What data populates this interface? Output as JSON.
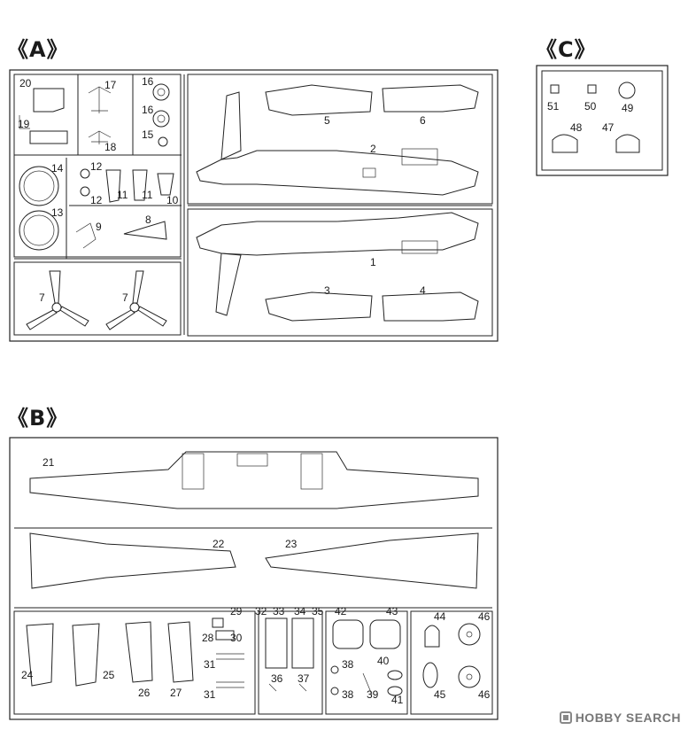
{
  "trees": {
    "A": {
      "title": "《A》"
    },
    "B": {
      "title": "《B》"
    },
    "C": {
      "title": "《C》"
    }
  },
  "parts": {
    "p1": "1",
    "p2": "2",
    "p3": "3",
    "p4": "4",
    "p5": "5",
    "p6": "6",
    "p7a": "7",
    "p7b": "7",
    "p8": "8",
    "p9": "9",
    "p10": "10",
    "p11a": "11",
    "p11b": "11",
    "p12a": "12",
    "p12b": "12",
    "p13": "13",
    "p14": "14",
    "p15": "15",
    "p16a": "16",
    "p16b": "16",
    "p17": "17",
    "p18": "18",
    "p19": "19",
    "p20": "20",
    "p21": "21",
    "p22": "22",
    "p23": "23",
    "p24": "24",
    "p25": "25",
    "p26": "26",
    "p27": "27",
    "p28": "28",
    "p29": "29",
    "p30": "30",
    "p31a": "31",
    "p31b": "31",
    "p32": "32",
    "p33": "33",
    "p34": "34",
    "p35": "35",
    "p36": "36",
    "p37": "37",
    "p38a": "38",
    "p38b": "38",
    "p39": "39",
    "p40": "40",
    "p41": "41",
    "p42": "42",
    "p43": "43",
    "p44": "44",
    "p45": "45",
    "p46a": "46",
    "p46b": "46",
    "p47": "47",
    "p48": "48",
    "p49": "49",
    "p50": "50",
    "p51": "51"
  },
  "watermark": {
    "text": "HOBBY SEARCH",
    "icon": "hobby-search-logo-icon"
  }
}
